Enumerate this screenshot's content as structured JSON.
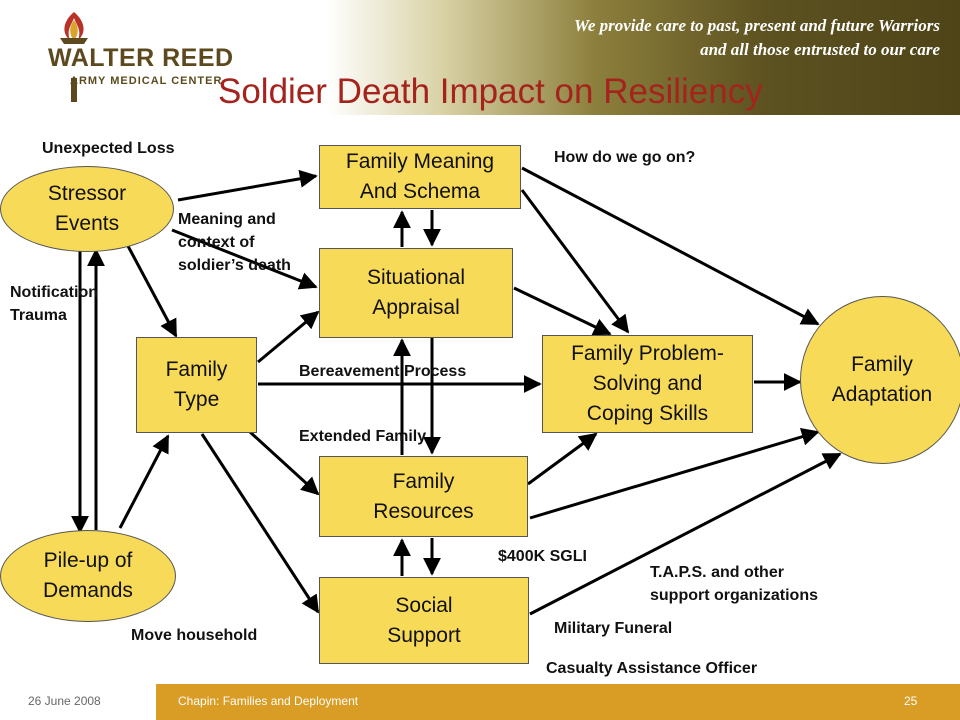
{
  "header": {
    "logo_line1": "WALTER REED",
    "logo_line2": "ARMY MEDICAL CENTER",
    "tagline_line1": "We provide care to past, present and future Warriors",
    "tagline_line2": "and all those entrusted to our care",
    "title": "Soldier Death Impact on Resiliency"
  },
  "nodes": {
    "stressor": [
      "Stressor",
      "Events"
    ],
    "pileup": [
      "Pile-up of",
      "Demands"
    ],
    "family_type": [
      "Family",
      "Type"
    ],
    "meaning": [
      "Family Meaning",
      "And Schema"
    ],
    "appraisal": [
      "Situational",
      "Appraisal"
    ],
    "resources": [
      "Family",
      "Resources"
    ],
    "social": [
      "Social",
      "Support"
    ],
    "problem": [
      "Family Problem-",
      "Solving and",
      "Coping Skills"
    ],
    "adaptation": [
      "Family",
      "Adaptation"
    ]
  },
  "labels": {
    "unexpected_loss": "Unexpected Loss",
    "meaning_context": [
      "Meaning and",
      "context of",
      "soldier’s death"
    ],
    "notification": [
      "Notification",
      "Trauma"
    ],
    "how_go_on": "How do we go on?",
    "bereavement": "Bereavement Process",
    "extended_family": "Extended Family",
    "sgli": "$400K SGLI",
    "taps": [
      "T.A.P.S. and other",
      "support organizations"
    ],
    "military_funeral": "Military Funeral",
    "casualty_officer": "Casualty Assistance Officer",
    "move_household": "Move household"
  },
  "footer": {
    "date": "26 June 2008",
    "presenter": "Chapin: Families and Deployment",
    "page": "25"
  },
  "colors": {
    "title": "#a5231d",
    "node_fill": "#f8da59",
    "footer_bar": "#d99c25"
  }
}
